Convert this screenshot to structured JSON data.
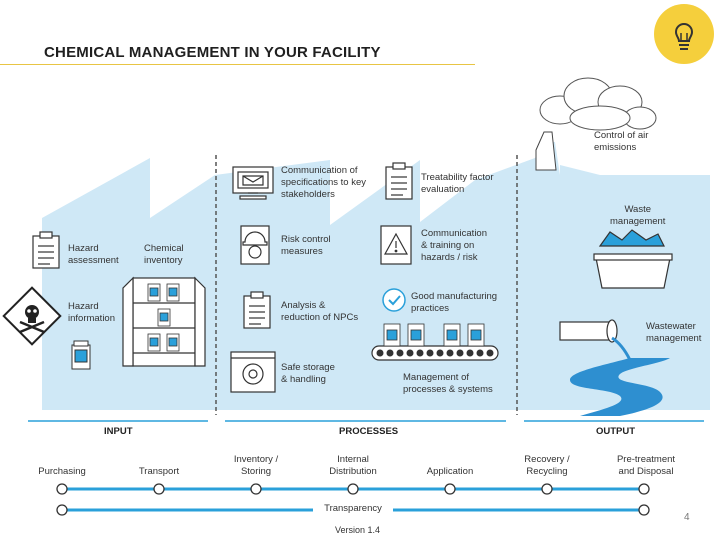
{
  "title": "CHEMICAL MANAGEMENT IN YOUR FACILITY",
  "colors": {
    "sky_fill": "#cfe8f6",
    "blue_line": "#2aa0da",
    "water": "#2e8fd0",
    "bulb_circle": "#f5cf3c",
    "title_rule": "#e8c544"
  },
  "icons": [
    "lightbulb-icon",
    "clipboard-icon",
    "toxic-skull-icon",
    "chemical-bottle-icon",
    "storage-shelf-icon",
    "computer-email-icon",
    "worker-helmet-icon",
    "clipboard-icon",
    "storage-gear-icon",
    "clipboard-icon",
    "warning-sign-icon",
    "checkmark-bubble-icon",
    "conveyor-icon",
    "factory-chimney-icon",
    "waste-bin-icon",
    "wastewater-pipe-icon"
  ],
  "labels": {
    "hazard_assessment": [
      "Hazard",
      "assessment"
    ],
    "chemical_inventory": [
      "Chemical",
      "inventory"
    ],
    "hazard_information": [
      "Hazard",
      "information"
    ],
    "communication_specs": [
      "Communication of",
      "specifications to key",
      "stakeholders"
    ],
    "risk_control": [
      "Risk control",
      "measures"
    ],
    "analysis_reduction": [
      "Analysis &",
      "reduction of NPCs"
    ],
    "safe_storage": [
      "Safe storage",
      "& handling"
    ],
    "treatability": [
      "Treatability factor",
      "evaluation"
    ],
    "communication_training": [
      "Communication",
      "& training on",
      "hazards / risk"
    ],
    "good_manufacturing": [
      "Good manufacturing",
      "practices"
    ],
    "management_processes": [
      "Management of",
      "processes & systems"
    ],
    "control_air": [
      "Control of air",
      "emissions"
    ],
    "waste_management": [
      "Waste",
      "management"
    ],
    "wastewater_management": [
      "Wastewater",
      "management"
    ]
  },
  "sections": {
    "input": "INPUT",
    "processes": "PROCESSES",
    "output": "OUTPUT"
  },
  "timeline": {
    "stages": [
      [
        "Purchasing"
      ],
      [
        "Transport"
      ],
      [
        "Inventory /",
        "Storing"
      ],
      [
        "Internal",
        "Distribution"
      ],
      [
        "Application"
      ],
      [
        "Recovery /",
        "Recycling"
      ],
      [
        "Pre-treatment",
        "and Disposal"
      ]
    ],
    "transparency": "Transparency"
  },
  "page_number": "4",
  "version": "Version 1.4"
}
